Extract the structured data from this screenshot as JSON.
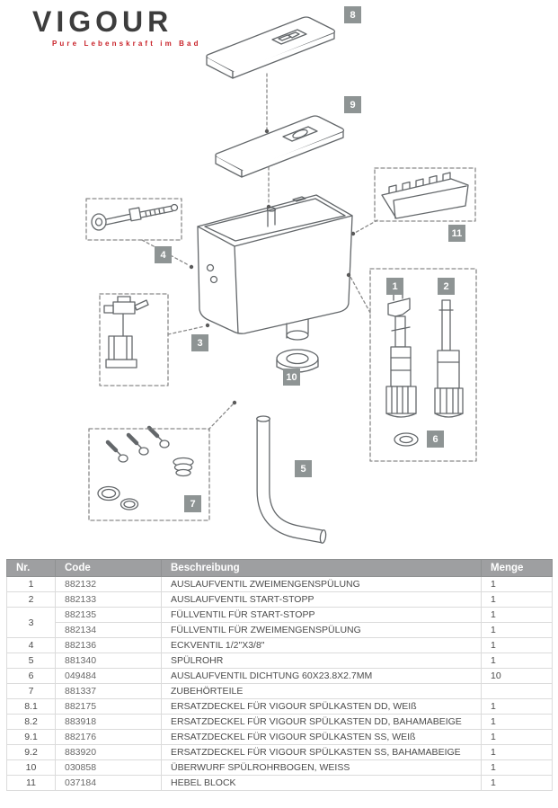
{
  "brand": {
    "name": "VIGOUR",
    "tagline": "Pure Lebenskraft im Bad"
  },
  "colors": {
    "accent_red": "#c9232a",
    "badge_gray": "#8e9494",
    "table_header_gray": "#9e9fa1",
    "line_gray": "#63676a"
  },
  "diagram": {
    "badges": {
      "b1": "1",
      "b2": "2",
      "b3": "3",
      "b4": "4",
      "b5": "5",
      "b6": "6",
      "b7": "7",
      "b8": "8",
      "b9": "9",
      "b10": "10",
      "b11": "11"
    }
  },
  "table": {
    "headers": {
      "nr": "Nr.",
      "code": "Code",
      "beschreibung": "Beschreibung",
      "menge": "Menge"
    },
    "rows": [
      {
        "nr": "1",
        "code": "882132",
        "beschreibung": "AUSLAUFVENTIL  ZWEIMENGENSPÜLUNG",
        "menge": "1"
      },
      {
        "nr": "2",
        "code": "882133",
        "beschreibung": "AUSLAUFVENTIL  START-STOPP",
        "menge": "1"
      },
      {
        "nr": "3",
        "code": "882135",
        "beschreibung": "FÜLLVENTIL FÜR START-STOPP",
        "menge": "1"
      },
      {
        "code": "882134",
        "beschreibung": "FÜLLVENTIL FÜR  ZWEIMENGENSPÜLUNG",
        "menge": "1"
      },
      {
        "nr": "4",
        "code": "882136",
        "beschreibung": "ECKVENTIL 1/2\"X3/8\"",
        "menge": "1"
      },
      {
        "nr": "5",
        "code": "881340",
        "beschreibung": "SPÜLROHR",
        "menge": "1"
      },
      {
        "nr": "6",
        "code": "049484",
        "beschreibung": "AUSLAUFVENTIL DICHTUNG 60X23.8X2.7MM",
        "menge": "10"
      },
      {
        "nr": "7",
        "code": "881337",
        "beschreibung": "ZUBEHÖRTEILE",
        "menge": ""
      },
      {
        "nr": "8.1",
        "code": "882175",
        "beschreibung": "ERSATZDECKEL FÜR VIGOUR SPÜLKASTEN DD, WEIß",
        "menge": "1"
      },
      {
        "nr": "8.2",
        "code": "883918",
        "beschreibung": "ERSATZDECKEL FÜR VIGOUR SPÜLKASTEN DD, BAHAMABEIGE",
        "menge": "1"
      },
      {
        "nr": "9.1",
        "code": "882176",
        "beschreibung": "ERSATZDECKEL FÜR VIGOUR SPÜLKASTEN SS, WEIß",
        "menge": "1"
      },
      {
        "nr": "9.2",
        "code": "883920",
        "beschreibung": "ERSATZDECKEL FÜR VIGOUR SPÜLKASTEN SS, BAHAMABEIGE",
        "menge": "1"
      },
      {
        "nr": "10",
        "code": "030858",
        "beschreibung": "ÜBERWURF SPÜLROHRBOGEN, WEISS",
        "menge": "1"
      },
      {
        "nr": "11",
        "code": "037184",
        "beschreibung": "HEBEL BLOCK",
        "menge": "1"
      }
    ]
  }
}
